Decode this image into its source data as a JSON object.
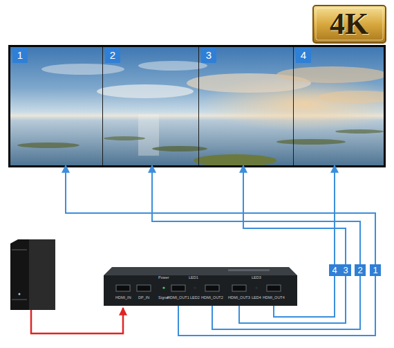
{
  "diagram": {
    "nodes": [
      {
        "text": [
          "4K"
        ]
      },
      {
        "text": [
          "1"
        ]
      },
      {
        "text": [
          "2"
        ]
      },
      {
        "text": [
          "3"
        ]
      },
      {
        "text": [
          "4"
        ]
      },
      {
        "text": [
          "HDMI_IN",
          "DP_IN",
          "Power",
          "Signal",
          "HDMI_OUT1",
          "LED1",
          "LED2",
          "HDMI_OUT2",
          "LED3",
          "LED4",
          "HDMI_OUT3",
          "HDMI_OUT4"
        ]
      }
    ],
    "edges": [
      {
        "from": 5,
        "to": 1,
        "arrow": "to",
        "label": "1"
      },
      {
        "from": 5,
        "to": 2,
        "arrow": "to",
        "label": "2"
      },
      {
        "from": 5,
        "to": 3,
        "arrow": "to",
        "label": "3"
      },
      {
        "from": 5,
        "to": 4,
        "arrow": "to",
        "label": "4"
      }
    ]
  }
}
